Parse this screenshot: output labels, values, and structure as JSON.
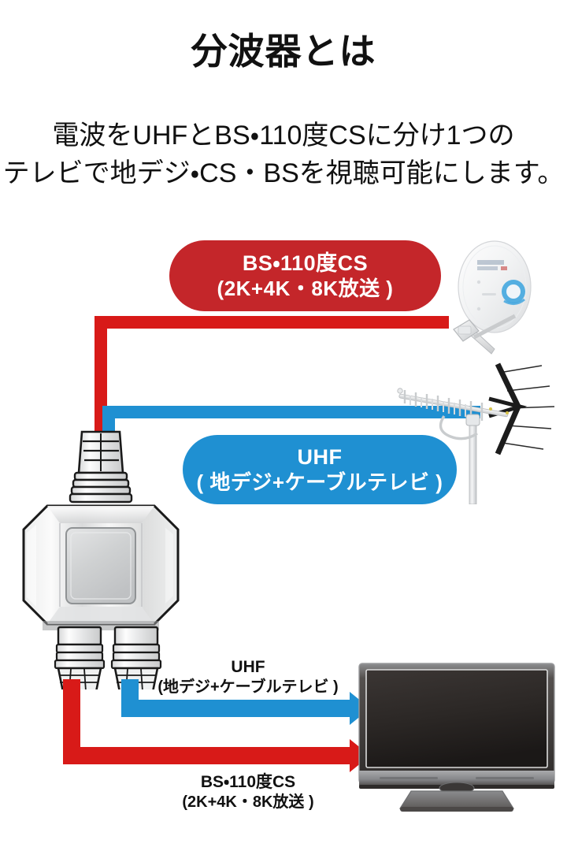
{
  "page": {
    "title": "分波器とは",
    "description_lines": [
      "電波をUHFとBS・110度CSに分け1つの",
      "テレビで地デジ・CS・BSを視聴可能にします。"
    ]
  },
  "badges": {
    "bs": {
      "line1": "BS・110度CS",
      "line2": "(2K+4K・8K放送 )",
      "color": "#c4262a"
    },
    "uhf": {
      "line1": "UHF",
      "line2": "( 地デジ+ケーブルテレビ )",
      "color": "#1f90d2"
    }
  },
  "captions": {
    "uhf": {
      "line1": "UHF",
      "line2": "(地デジ+ケーブルテレビ )"
    },
    "bs": {
      "line1": "BS・110度CS",
      "line2": "(2K+4K・8K放送 )"
    }
  },
  "colors": {
    "red_cable": "#d81a18",
    "blue_cable": "#1f90d2",
    "badge_red": "#c4262a",
    "badge_blue": "#1f90d2",
    "text": "#111111",
    "background": "#ffffff"
  },
  "devices": {
    "splitter": "signal-splitter",
    "dish": "satellite-dish",
    "antenna": "yagi-uhf-antenna",
    "tv": "television"
  }
}
